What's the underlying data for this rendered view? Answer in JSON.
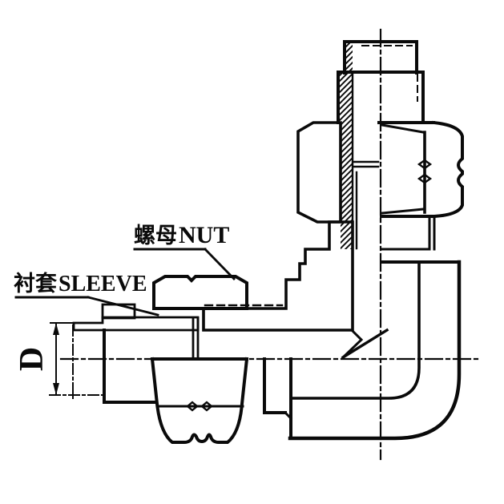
{
  "drawing": {
    "labels": {
      "nut": {
        "cn": "螺母",
        "en": "NUT"
      },
      "sleeve": {
        "cn": "衬套",
        "en": "SLEEVE"
      },
      "dimension": {
        "symbol": "D"
      }
    },
    "colors": {
      "line": "#0a0a0a",
      "background": "#ffffff"
    }
  }
}
